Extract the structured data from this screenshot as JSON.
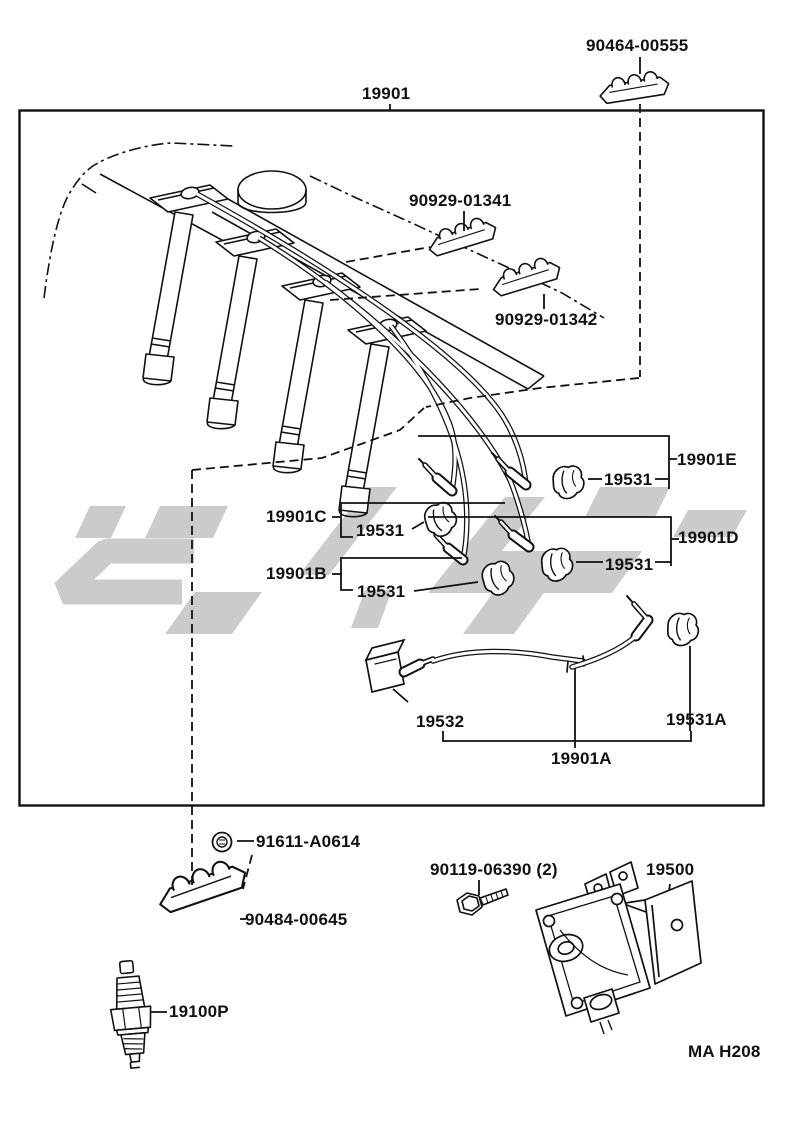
{
  "colors": {
    "line": "#111111",
    "watermark": "#cbcbcb",
    "background": "#ffffff"
  },
  "labels": [
    {
      "part": "90464-00555"
    },
    {
      "part": "19901"
    },
    {
      "part": "90929-01341"
    },
    {
      "part": "90929-01342"
    },
    {
      "part": "19901E"
    },
    {
      "part": "19531"
    },
    {
      "part": "19901C"
    },
    {
      "part": "19531"
    },
    {
      "part": "19901D"
    },
    {
      "part": "19531"
    },
    {
      "part": "19901B"
    },
    {
      "part": "19531"
    },
    {
      "part": "19532"
    },
    {
      "part": "19531A"
    },
    {
      "part": "19901A"
    },
    {
      "part": "91611-A0614"
    },
    {
      "part": "90484-00645"
    },
    {
      "part": "19100P"
    },
    {
      "part": "90119-06390 (2)"
    },
    {
      "part": "19500"
    },
    {
      "part": "MA H208"
    }
  ]
}
